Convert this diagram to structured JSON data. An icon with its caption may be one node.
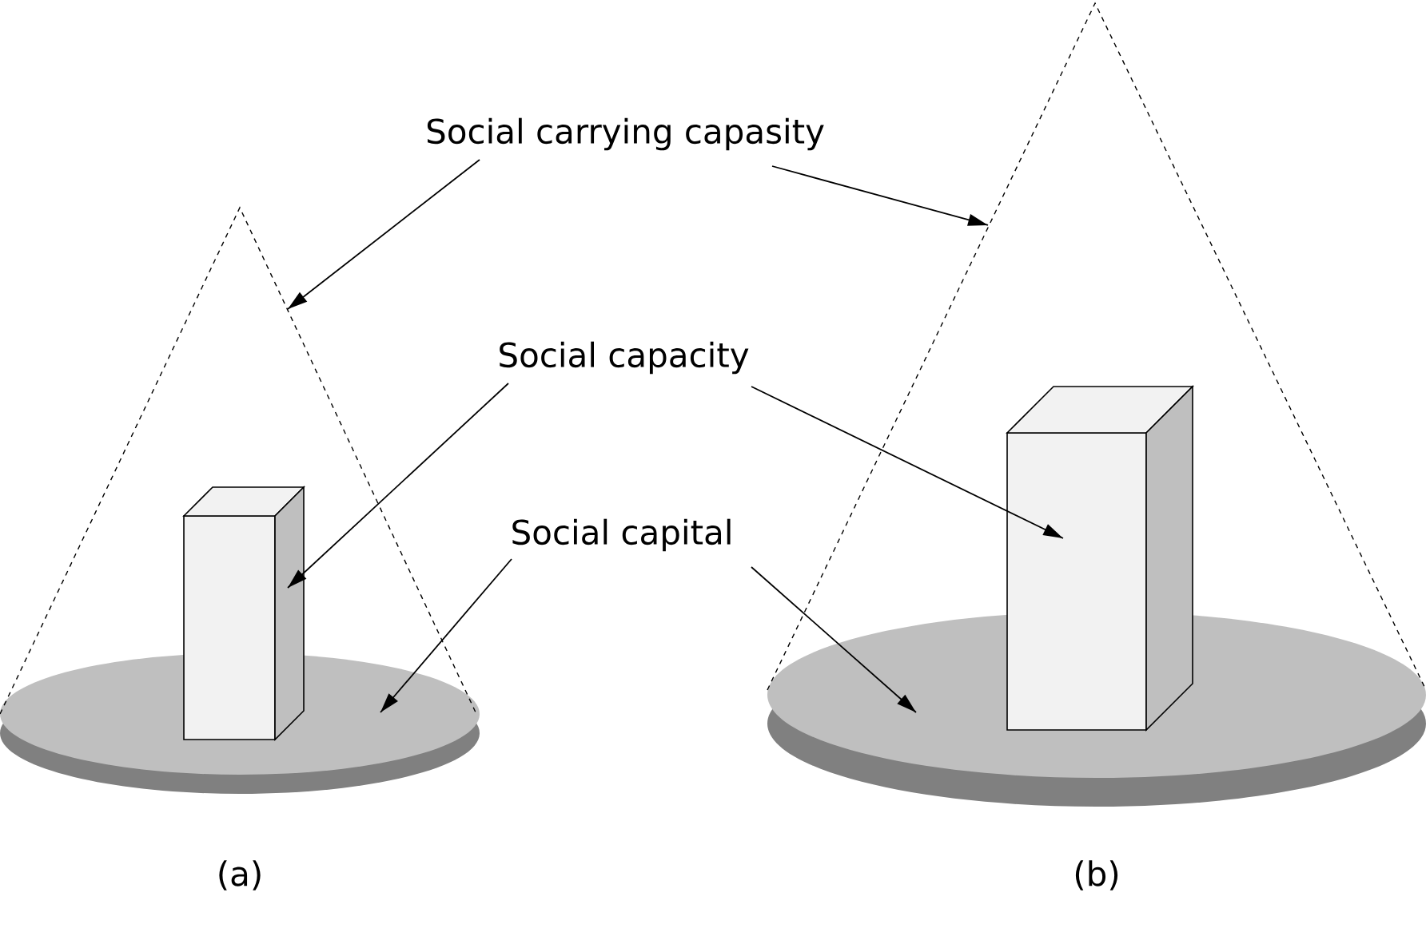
{
  "diagram": {
    "nodes": [
      {
        "text": [
          "Social carrying capasity"
        ]
      },
      {
        "text": [
          "Social capacity"
        ]
      },
      {
        "text": [
          "Social capital"
        ]
      },
      {
        "text": [],
        "shape": "cone"
      },
      {
        "text": [],
        "shape": "box"
      },
      {
        "text": [],
        "shape": "disk"
      },
      {
        "text": [],
        "shape": "cone"
      },
      {
        "text": [],
        "shape": "box"
      },
      {
        "text": [],
        "shape": "disk"
      }
    ],
    "edges": [
      {
        "from": 0,
        "to": 3,
        "arrow": "to"
      },
      {
        "from": 0,
        "to": 6,
        "arrow": "to"
      },
      {
        "from": 1,
        "to": 4,
        "arrow": "to"
      },
      {
        "from": 1,
        "to": 7,
        "arrow": "to"
      },
      {
        "from": 2,
        "to": 5,
        "arrow": "to"
      },
      {
        "from": 2,
        "to": 8,
        "arrow": "to"
      }
    ],
    "labels": [
      "(a)",
      "(b)"
    ]
  }
}
